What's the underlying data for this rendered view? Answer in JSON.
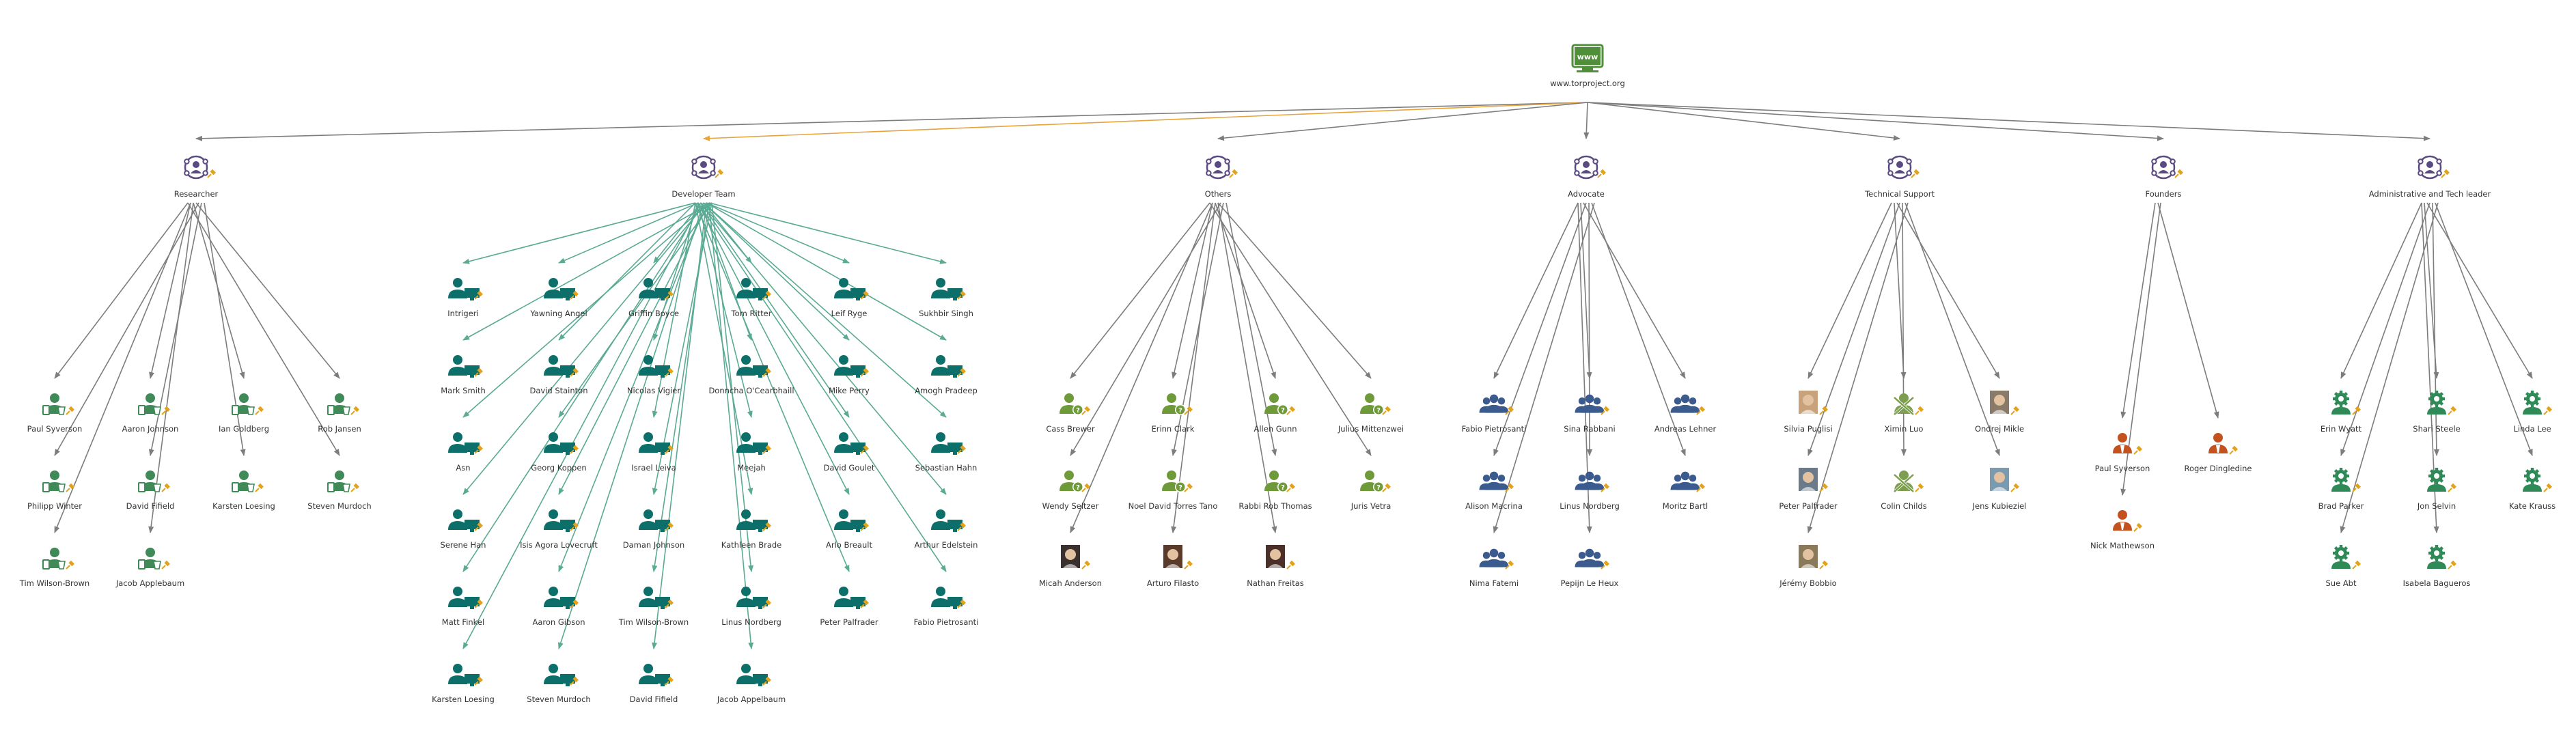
{
  "colors": {
    "edge_gray": "#7d7d7d",
    "edge_teal": "#5aaa94",
    "edge_orange": "#e8a33a",
    "root_green": "#4f8f3a",
    "group_purple": "#5b4a82",
    "pin": "#e3a21a",
    "researcher": "#3f8a57",
    "developer": "#0c6f6a",
    "others": "#6f9a3a",
    "advocate": "#3b5a8e",
    "support": "#7d9e4e",
    "founders": "#c3521f",
    "admin": "#2f8a57"
  },
  "root": {
    "label": "www.torproject.org",
    "icon": "www"
  },
  "groups": [
    {
      "id": "researcher",
      "label": "Researcher",
      "icon": "people-icon",
      "member_icon": "researcher-icon",
      "members": [
        "Paul Syverson",
        "Aaron Johnson",
        "Ian Goldberg",
        "Rob Jansen",
        "Philipp Winter",
        "David Fifield",
        "Karsten Loesing",
        "Steven Murdoch",
        "Tim Wilson-Brown",
        "Jacob Applebaum"
      ]
    },
    {
      "id": "developer",
      "label": "Developer Team",
      "icon": "people-icon",
      "member_icon": "developer-icon",
      "members": [
        "Intrigeri",
        "Yawning Angel",
        "Griffin Boyce",
        "Tom Ritter",
        "Leif Ryge",
        "Sukhbir Singh",
        "Mark Smith",
        "David Stainton",
        "Nicolas Vigier",
        "Donncha O'Cearbhaill",
        "Mike Perry",
        "Amogh Pradeep",
        "Asn",
        "Georg Koppen",
        "Israel Leiva",
        "Meejah",
        "David Goulet",
        "Sebastian Hahn",
        "Serene Han",
        "Isis Agora Lovecruft",
        "Daman Johnson",
        "Kathleen Brade",
        "Arlo Breault",
        "Arthur Edelstein",
        "Matt Finkel",
        "Aaron Gibson",
        "Tim Wilson-Brown",
        "Linus Nordberg",
        "Peter Palfrader",
        "Fabio Pietrosanti",
        "Karsten Loesing",
        "Steven Murdoch",
        "David Fifield",
        "Jacob Appelbaum"
      ]
    },
    {
      "id": "others",
      "label": "Others",
      "icon": "people-icon",
      "member_icon": "unknown-person-icon",
      "members": [
        "Cass Brewer",
        "Erinn Clark",
        "Allen Gunn",
        "Julius Mittenzwei",
        "Wendy Seltzer",
        "Noel David Torres Tano",
        "Rabbi Rob Thomas",
        "Juris Vetra",
        "Micah Anderson",
        "Arturo Filasto",
        "Nathan Freitas"
      ]
    },
    {
      "id": "advocate",
      "label": "Advocate",
      "icon": "people-icon",
      "member_icon": "group-icon",
      "members": [
        "Fabio Pietrosanti",
        "Sina Rabbani",
        "Andreas Lehner",
        "Alison Macrina",
        "Linus Nordberg",
        "Moritz Bartl",
        "Nima Fatemi",
        "Pepijn Le Heux"
      ]
    },
    {
      "id": "support",
      "label": "Technical Support",
      "icon": "people-icon",
      "member_icon": "tools-icon",
      "members": [
        "Silvia Puglisi",
        "Ximin Luo",
        "Ondrej Mikle",
        "Peter Palfrader",
        "Colin Childs",
        "Jens Kubieziel",
        "Jérémy Bobbio"
      ]
    },
    {
      "id": "founders",
      "label": "Founders",
      "icon": "people-icon",
      "member_icon": "founder-icon",
      "members": [
        "Paul Syverson",
        "Roger Dingledine",
        "Nick Mathewson"
      ]
    },
    {
      "id": "admin",
      "label": "Administrative and Tech leader",
      "icon": "people-icon",
      "member_icon": "gear-person-icon",
      "members": [
        "Erin Wyatt",
        "Shari Steele",
        "Linda Lee",
        "Brad Parker",
        "Jon Selvin",
        "Kate Krauss",
        "Sue Abt",
        "Isabela Bagueros"
      ]
    }
  ]
}
